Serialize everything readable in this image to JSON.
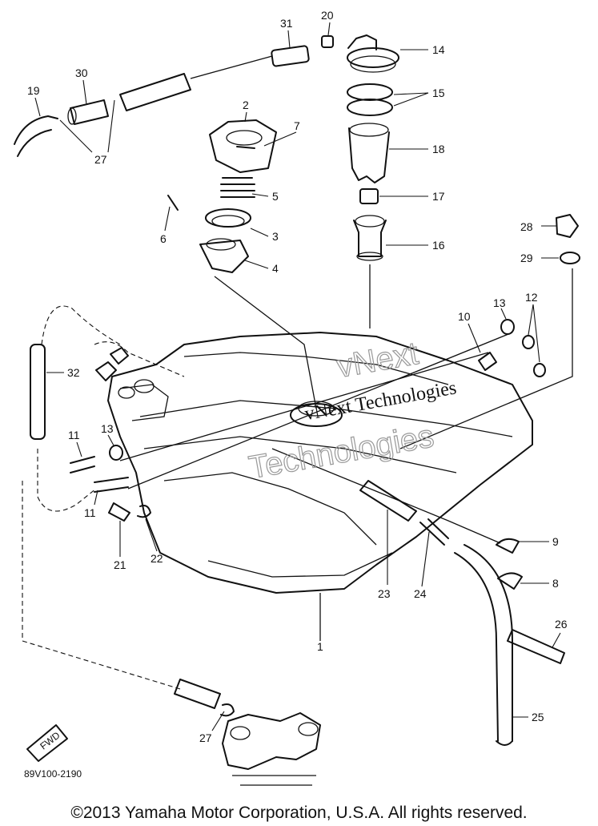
{
  "diagram_code": "89V100-2190",
  "fwd_label": "FWD",
  "watermark": {
    "line1": "vNext Technologies",
    "line2": "vNext",
    "line3": "Technologies"
  },
  "copyright": "©2013 Yamaha Motor Corporation, U.S.A. All rights reserved.",
  "callouts": [
    "31",
    "20",
    "14",
    "30",
    "19",
    "15",
    "2",
    "27",
    "18",
    "7",
    "5",
    "17",
    "6",
    "3",
    "28",
    "4",
    "16",
    "29",
    "10",
    "13",
    "12",
    "32",
    "11",
    "13",
    "9",
    "11",
    "21",
    "22",
    "23",
    "24",
    "8",
    "1",
    "26",
    "27",
    "25"
  ]
}
